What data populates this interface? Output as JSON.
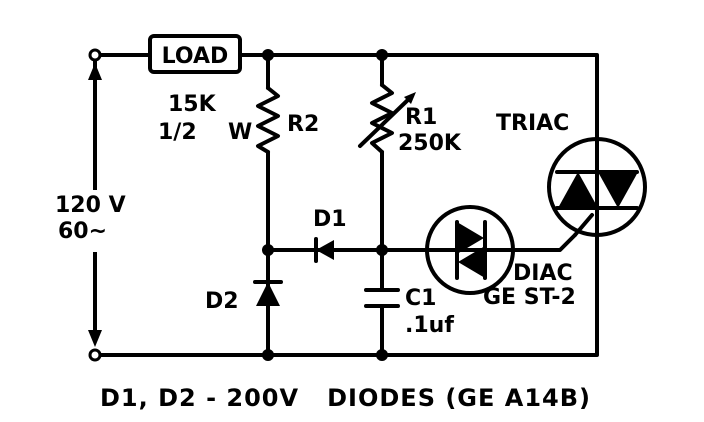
{
  "components": {
    "load": "LOAD",
    "r2_value": "15K",
    "r2_power": "1/2",
    "r2_power_unit": "W",
    "r2_name": "R2",
    "r1_name": "R1",
    "r1_value": "250K",
    "triac": "TRIAC",
    "d1_name": "D1",
    "d2_name": "D2",
    "c1_name": "C1",
    "c1_value": ".1uf",
    "diac": "DIAC",
    "diac_part": "GE ST-2",
    "source_voltage": "120 V",
    "source_freq": "60~"
  },
  "caption": "D1, D2 - 200V   DIODES (GE A14B)"
}
